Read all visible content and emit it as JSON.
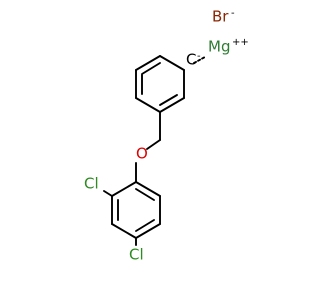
{
  "molecule": {
    "atoms": {
      "bromine": {
        "symbol": "Br",
        "charge": "-",
        "color": "#8B2500"
      },
      "magnesium": {
        "symbol": "Mg",
        "charge": "++",
        "color": "#2E7D32"
      },
      "carbanion": {
        "symbol": "C",
        "charge": "-",
        "color": "#000000"
      },
      "oxygen": {
        "symbol": "O",
        "color": "#E00000"
      },
      "chlorine_ortho": {
        "symbol": "Cl",
        "color": "#2E8B22"
      },
      "chlorine_para": {
        "symbol": "Cl",
        "color": "#2E8B22"
      }
    }
  }
}
